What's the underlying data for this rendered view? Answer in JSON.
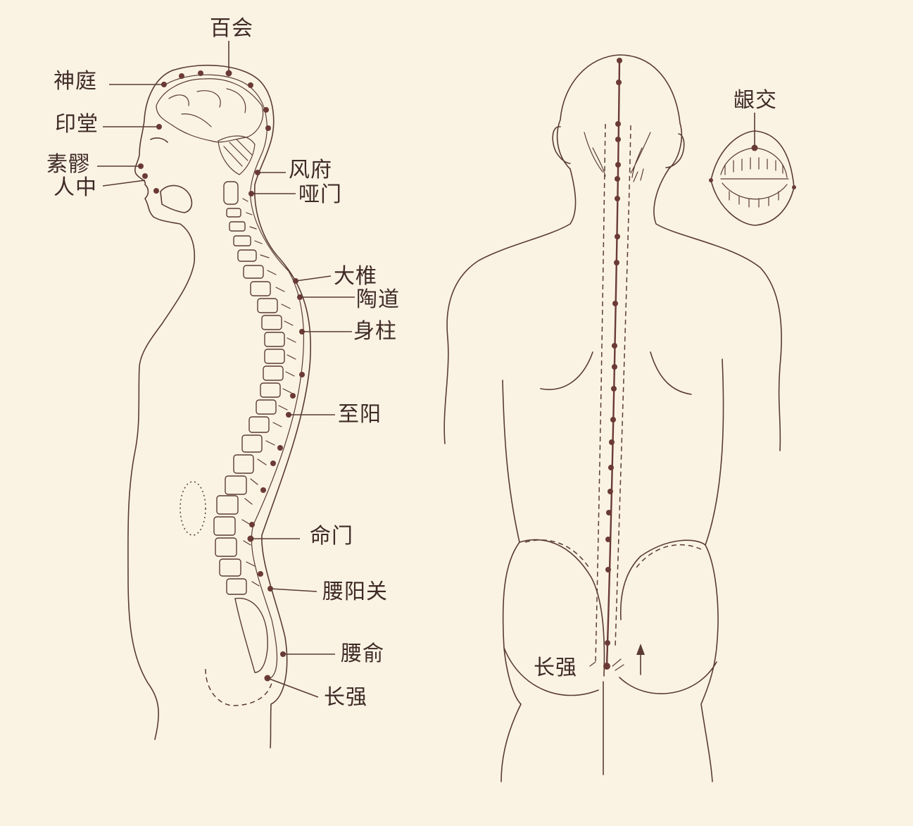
{
  "points": {
    "baihui": "百会",
    "shenting": "神庭",
    "yintang": "印堂",
    "suliao": "素髎",
    "renzhong": "人中",
    "fengfu": "风府",
    "yamen": "哑门",
    "dazhui": "大椎",
    "taodao": "陶道",
    "shenzhu": "身柱",
    "zhiyang": "至阳",
    "mingmen": "命门",
    "yaoyangguan": "腰阳关",
    "yaoshu": "腰俞",
    "changqiang_side": "长强",
    "changqiang_back": "长强",
    "yinjiao": "龈交"
  },
  "colors": {
    "background": "#faf3e4",
    "line": "#5a3b34",
    "meridian": "#6b3a37"
  }
}
